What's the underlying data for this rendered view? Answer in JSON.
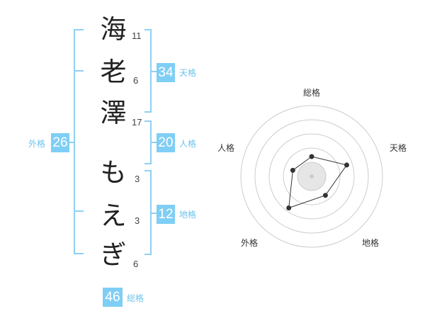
{
  "name_chars": [
    {
      "char": "海",
      "strokes": "11"
    },
    {
      "char": "老",
      "strokes": "6"
    },
    {
      "char": "澤",
      "strokes": "17"
    },
    {
      "char": "も",
      "strokes": "3"
    },
    {
      "char": "え",
      "strokes": "3"
    },
    {
      "char": "ぎ",
      "strokes": "6"
    }
  ],
  "kakusu": {
    "tenkaku": {
      "value": "34",
      "label": "天格"
    },
    "jinkaku": {
      "value": "20",
      "label": "人格"
    },
    "chikaku": {
      "value": "12",
      "label": "地格"
    },
    "gaikaku": {
      "value": "26",
      "label": "外格"
    },
    "soukaku": {
      "value": "46",
      "label": "総格"
    }
  },
  "radar": {
    "axes": [
      "総格",
      "天格",
      "地格",
      "外格",
      "人格"
    ],
    "scores": [
      0.28,
      0.52,
      0.33,
      0.55,
      0.28
    ],
    "ring_color": "#cccccc",
    "polygon_color": "#333333",
    "center_fill": "#e6e6e6"
  },
  "colors": {
    "accent": "#7fcef5",
    "bracket": "#8fd0f2"
  }
}
